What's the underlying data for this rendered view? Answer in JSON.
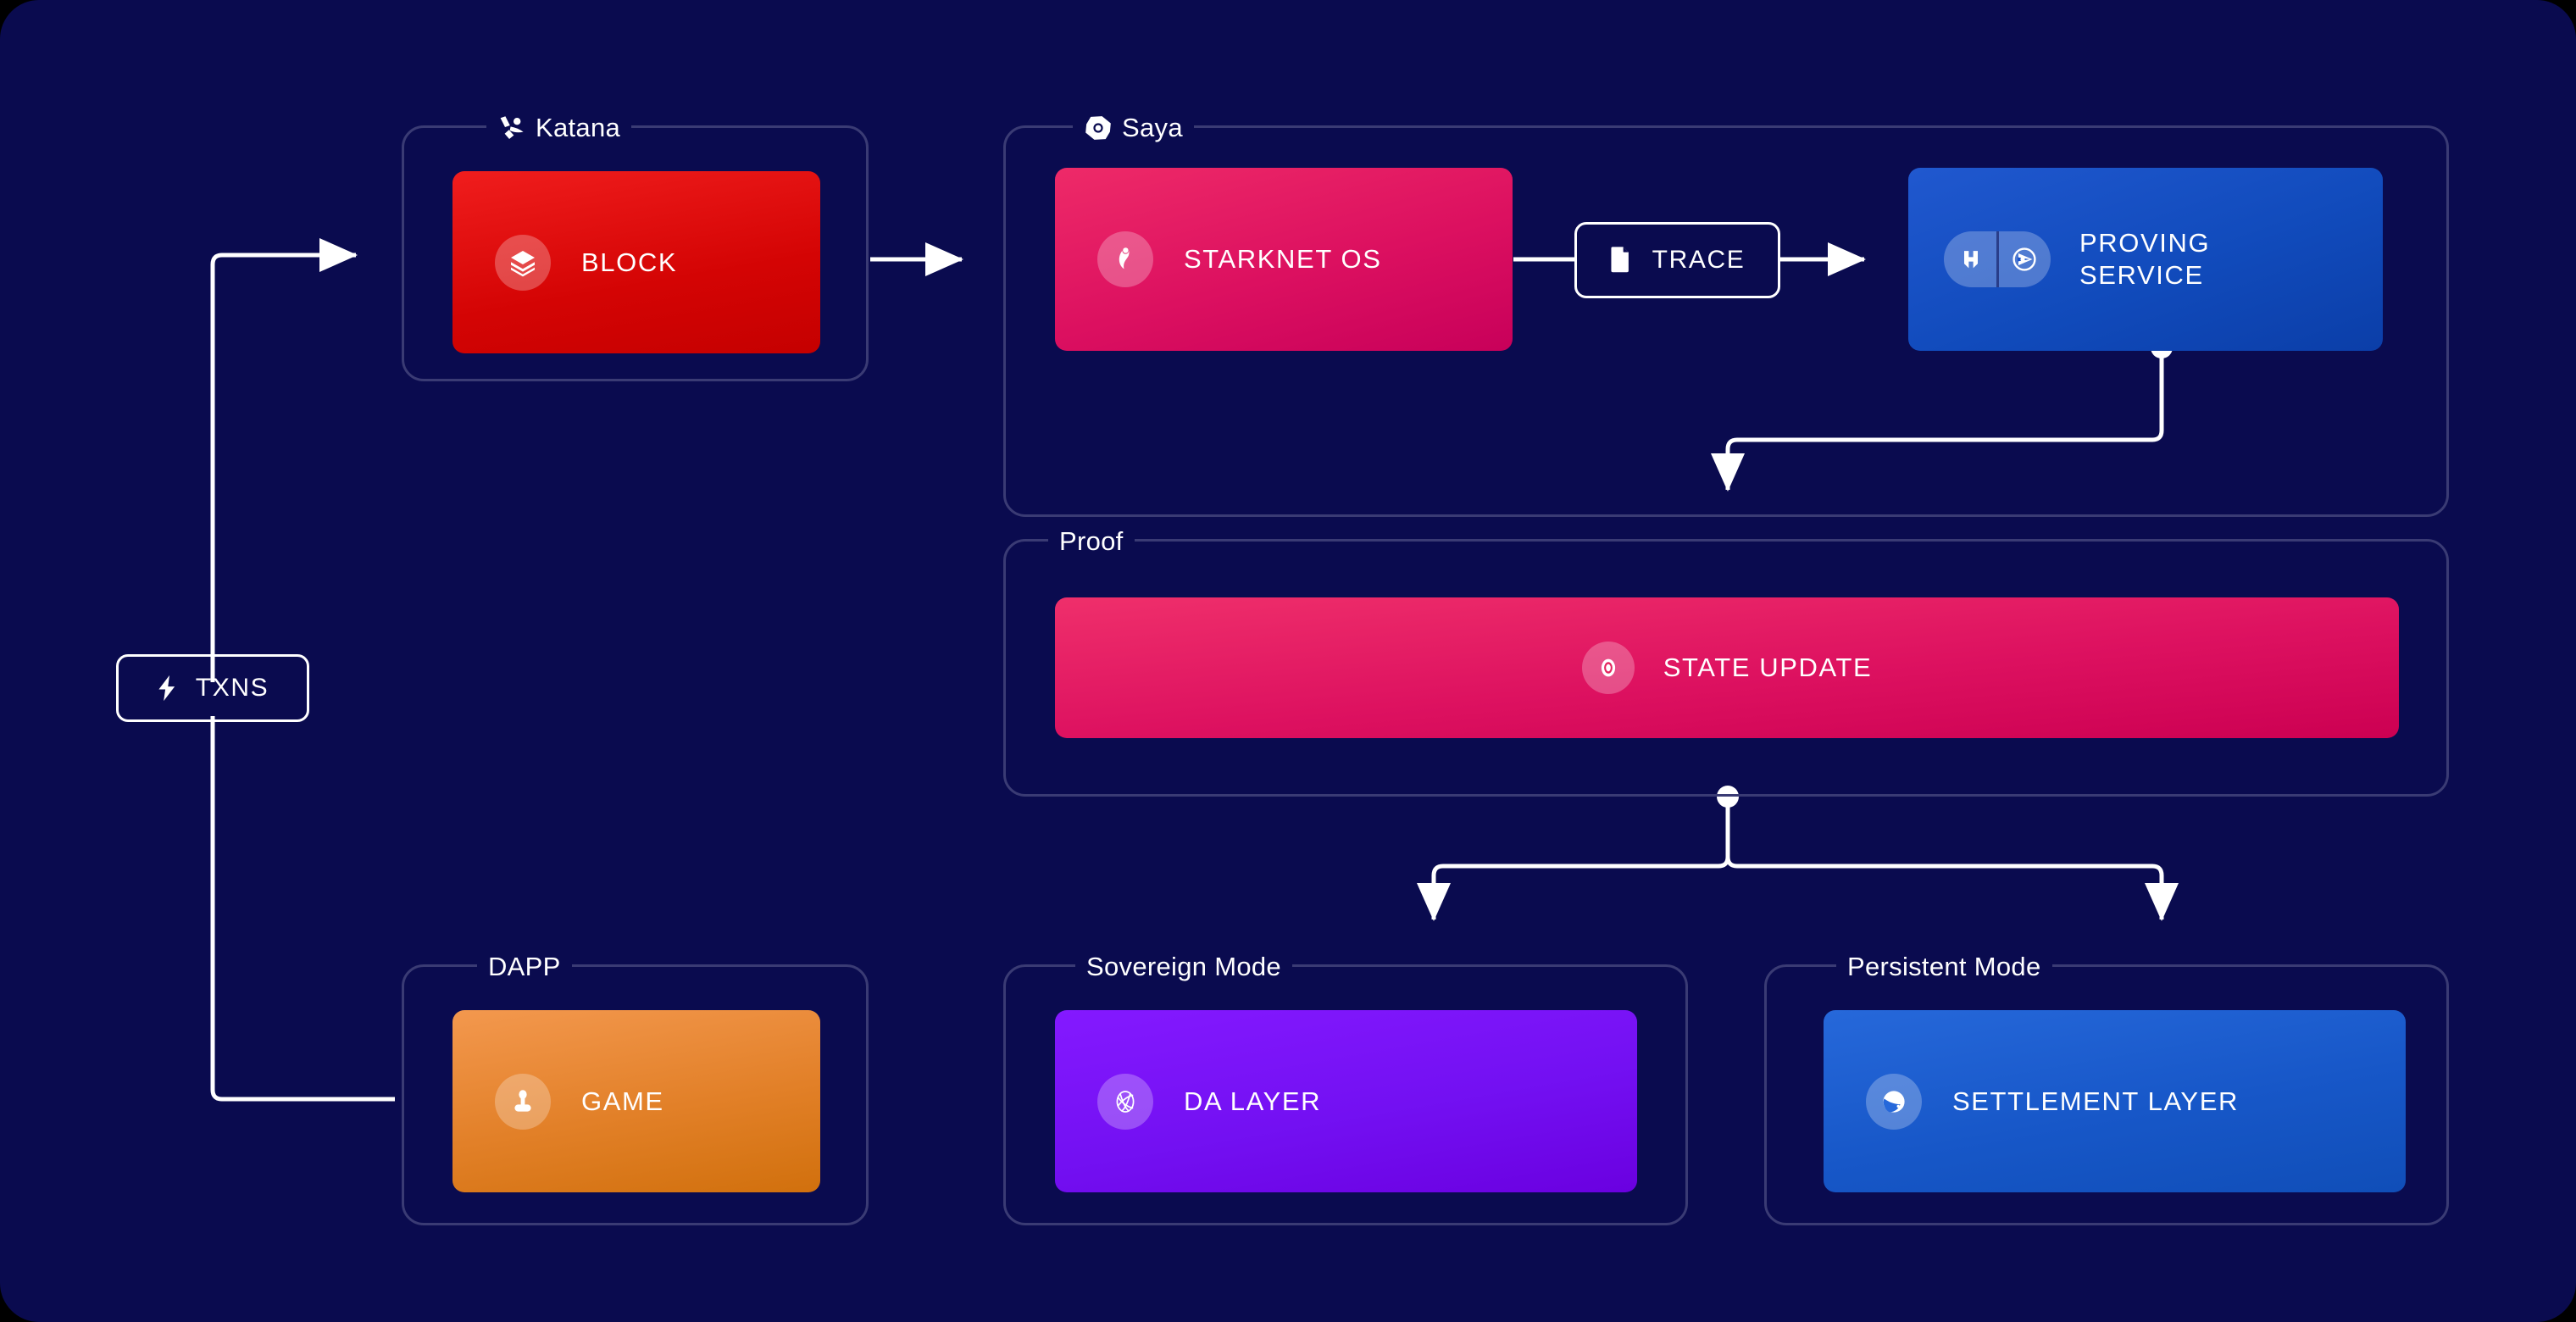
{
  "diagram": {
    "title": "Dojo Katana / Saya proving architecture flow",
    "background_color": "#0a0b4f",
    "panel_border_color": "#3a3b74",
    "edge_color": "#ffffff"
  },
  "nodes": {
    "txns": {
      "label": "TXNS",
      "icon": "lightning-bolt-icon",
      "style": "outlined"
    },
    "block": {
      "label": "BLOCK",
      "icon": "layers-icon",
      "color_start": "#f01d1d",
      "color_end": "#c50000"
    },
    "starknet_os": {
      "label": "STARKNET OS",
      "icon": "starknet-icon",
      "color_start": "#ec2160",
      "color_end": "#c8005a"
    },
    "trace": {
      "label": "TRACE",
      "icon": "document-icon",
      "style": "outlined"
    },
    "proving_service": {
      "label": "PROVING\nSERVICE",
      "icon_left": "herodotus-icon",
      "icon_right": "atlantic-icon",
      "color_start": "#1a55cc",
      "color_end": "#0b3ea8"
    },
    "state_update": {
      "label": "STATE UPDATE",
      "icon": "eye-icon",
      "color_start": "#ef2566",
      "color_end": "#cc0052"
    },
    "game": {
      "label": "GAME",
      "icon": "joystick-icon",
      "color_start": "#f09248",
      "color_end": "#d1700d"
    },
    "da_layer": {
      "label": "DA LAYER",
      "icon": "celestia-icon",
      "color_start": "#7d10f5",
      "color_end": "#6a00e0"
    },
    "settlement_layer": {
      "label": "SETTLEMENT LAYER",
      "icon": "starknet-circle-icon",
      "color_start": "#2160d0",
      "color_end": "#104eb8"
    }
  },
  "groups": {
    "katana": {
      "label": "Katana",
      "icon": "katana-logo-icon"
    },
    "saya": {
      "label": "Saya",
      "icon": "saya-logo-icon"
    },
    "proof": {
      "label": "Proof",
      "icon": null
    },
    "dapp": {
      "label": "DAPP",
      "icon": null
    },
    "sovereign": {
      "label": "Sovereign Mode",
      "icon": null
    },
    "persistent": {
      "label": "Persistent Mode",
      "icon": null
    }
  },
  "edges": [
    {
      "from": "txns",
      "to": "block",
      "style": "arrow"
    },
    {
      "from": "txns",
      "to": "game",
      "style": "line"
    },
    {
      "from": "block",
      "to": "starknet_os",
      "style": "arrow"
    },
    {
      "from": "starknet_os",
      "to": "trace",
      "style": "line"
    },
    {
      "from": "trace",
      "to": "proving_service",
      "style": "arrow"
    },
    {
      "from": "proving_service",
      "to": "state_update",
      "style": "arrow-dot"
    },
    {
      "from": "state_update",
      "to": "da_layer",
      "style": "arrow-dot-split"
    },
    {
      "from": "state_update",
      "to": "settlement_layer",
      "style": "arrow-dot-split"
    }
  ]
}
